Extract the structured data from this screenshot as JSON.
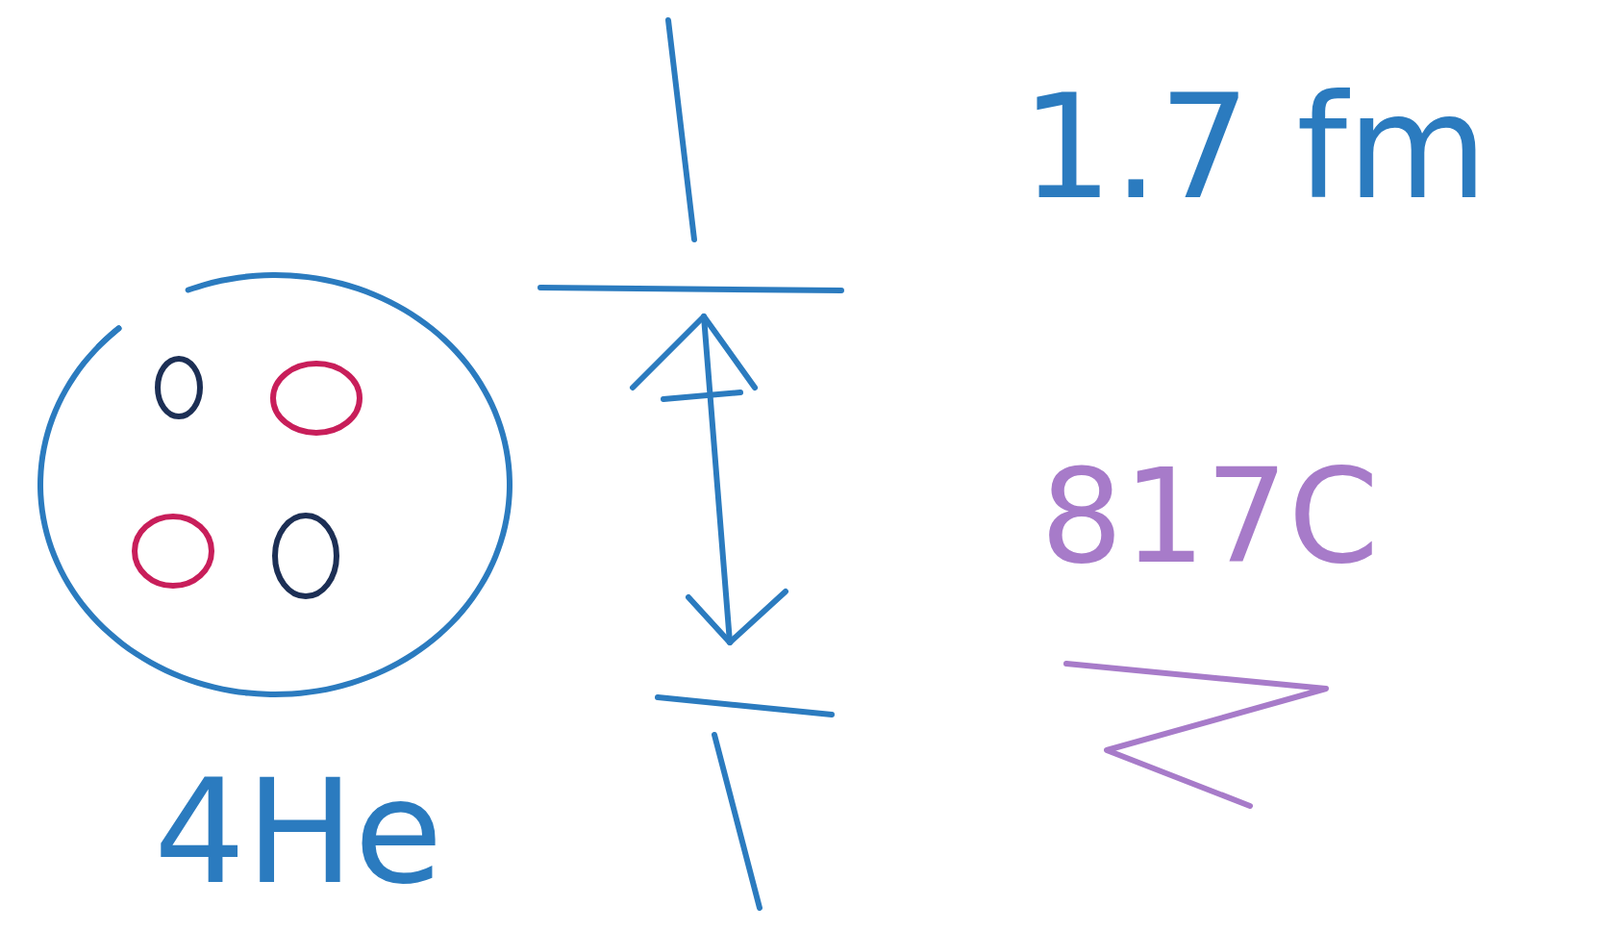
{
  "diagram": {
    "nodes": [
      {
        "text": [
          "4He"
        ]
      }
    ],
    "labels": [
      "1.7 fm",
      "817C"
    ]
  }
}
